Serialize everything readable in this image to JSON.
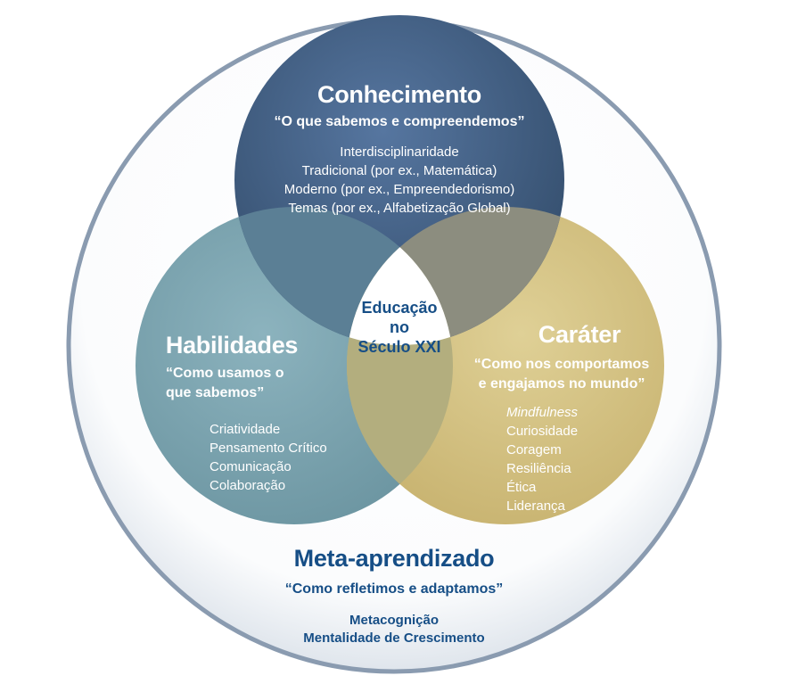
{
  "colors": {
    "outer_border": "#8a9bb0",
    "knowledge": "#3f5f84",
    "skills": "#7fa8b4",
    "character": "#d4c282",
    "center": "#ffffff",
    "meta_text": "#164e86"
  },
  "knowledge": {
    "title": "Conhecimento",
    "subtitle": "“O que sabemos e compreendemos”",
    "items": [
      "Interdisciplinaridade",
      "Tradicional (por ex., Matemática)",
      "Moderno (por ex., Empreendedorismo)",
      "Temas (por ex., Alfabetização Global)"
    ]
  },
  "skills": {
    "title": "Habilidades",
    "subtitle_lines": [
      "“Como usamos o",
      "que sabemos”"
    ],
    "items": [
      "Criatividade",
      "Pensamento Crítico",
      "Comunicação",
      "Colaboração"
    ]
  },
  "character": {
    "title": "Caráter",
    "subtitle_lines": [
      "“Como nos comportamos",
      "e engajamos no mundo”"
    ],
    "items": [
      "Mindfulness",
      "Curiosidade",
      "Coragem",
      "Resiliência",
      "Ética",
      "Liderança"
    ]
  },
  "center": {
    "lines": [
      "Educação",
      "no",
      "Século XXI"
    ]
  },
  "meta": {
    "title": "Meta-aprendizado",
    "subtitle": "“Como refletimos e adaptamos”",
    "items": [
      "Metacognição",
      "Mentalidade de Crescimento"
    ]
  }
}
